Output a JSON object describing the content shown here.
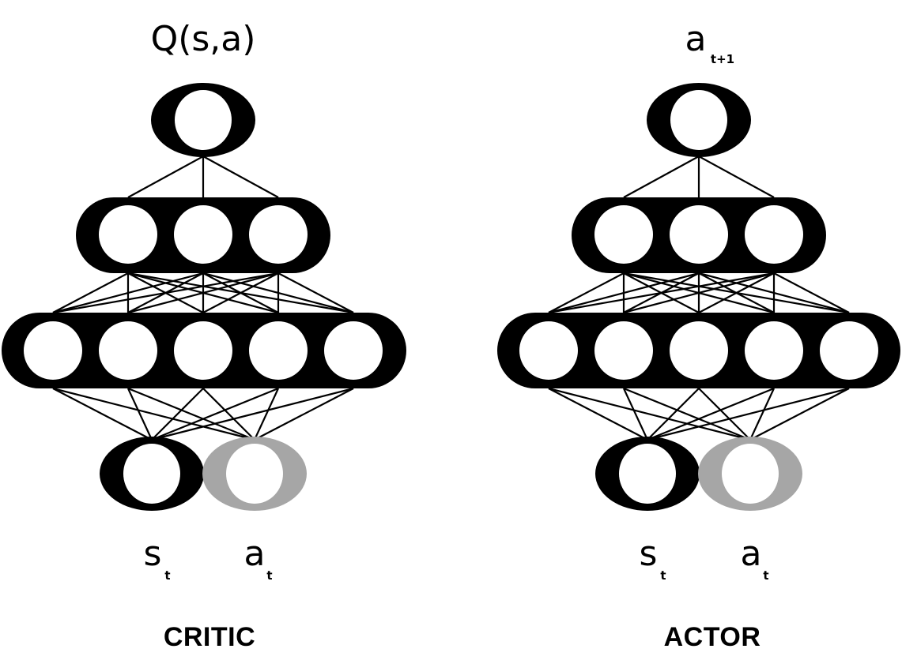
{
  "networks": [
    {
      "name": "CRITIC",
      "output_label": {
        "main": "Q(s,a)",
        "sub": ""
      },
      "input_labels": [
        {
          "main": "s",
          "sub": "t"
        },
        {
          "main": "a",
          "sub": "t"
        }
      ],
      "layers": [
        1,
        3,
        5,
        2
      ]
    },
    {
      "name": "ACTOR",
      "output_label": {
        "main": "a",
        "sub": "t+1"
      },
      "input_labels": [
        {
          "main": "s",
          "sub": "t"
        },
        {
          "main": "a",
          "sub": "t"
        }
      ],
      "layers": [
        1,
        3,
        5,
        2
      ]
    }
  ],
  "colors": {
    "node": "#000000",
    "node_fill": "#ffffff",
    "action_input_node": "#a6a6a6",
    "edge": "#000000"
  }
}
